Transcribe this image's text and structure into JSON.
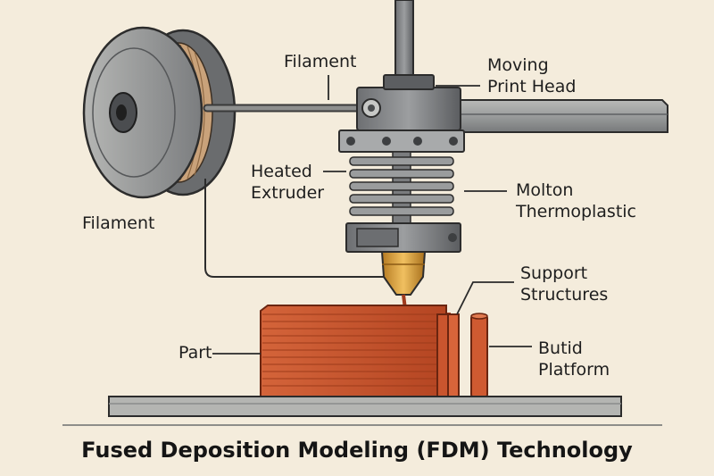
{
  "title": "Fused Deposition Modeling (FDM) Technology",
  "labels": {
    "filament_top": "Filament",
    "moving_print_head": [
      "Moving",
      "Print Head"
    ],
    "heated_extruder": [
      "Heated",
      "Extruder"
    ],
    "molton_thermoplastic": [
      "Molton",
      "Thermoplastic"
    ],
    "filament_spool": "Filament",
    "support_structures": [
      "Support",
      "Structures"
    ],
    "part": "Part",
    "butid_platform": [
      "Butid",
      "Platform"
    ]
  },
  "colors": {
    "background": "#f4ecdc",
    "metal_dark": "#4d4f52",
    "metal_mid": "#8d9092",
    "metal_light": "#c4c5c3",
    "filament": "#c9a27a",
    "nozzle": "#d9a33c",
    "part": "#c2502c",
    "platform": "#b4b5b2"
  }
}
